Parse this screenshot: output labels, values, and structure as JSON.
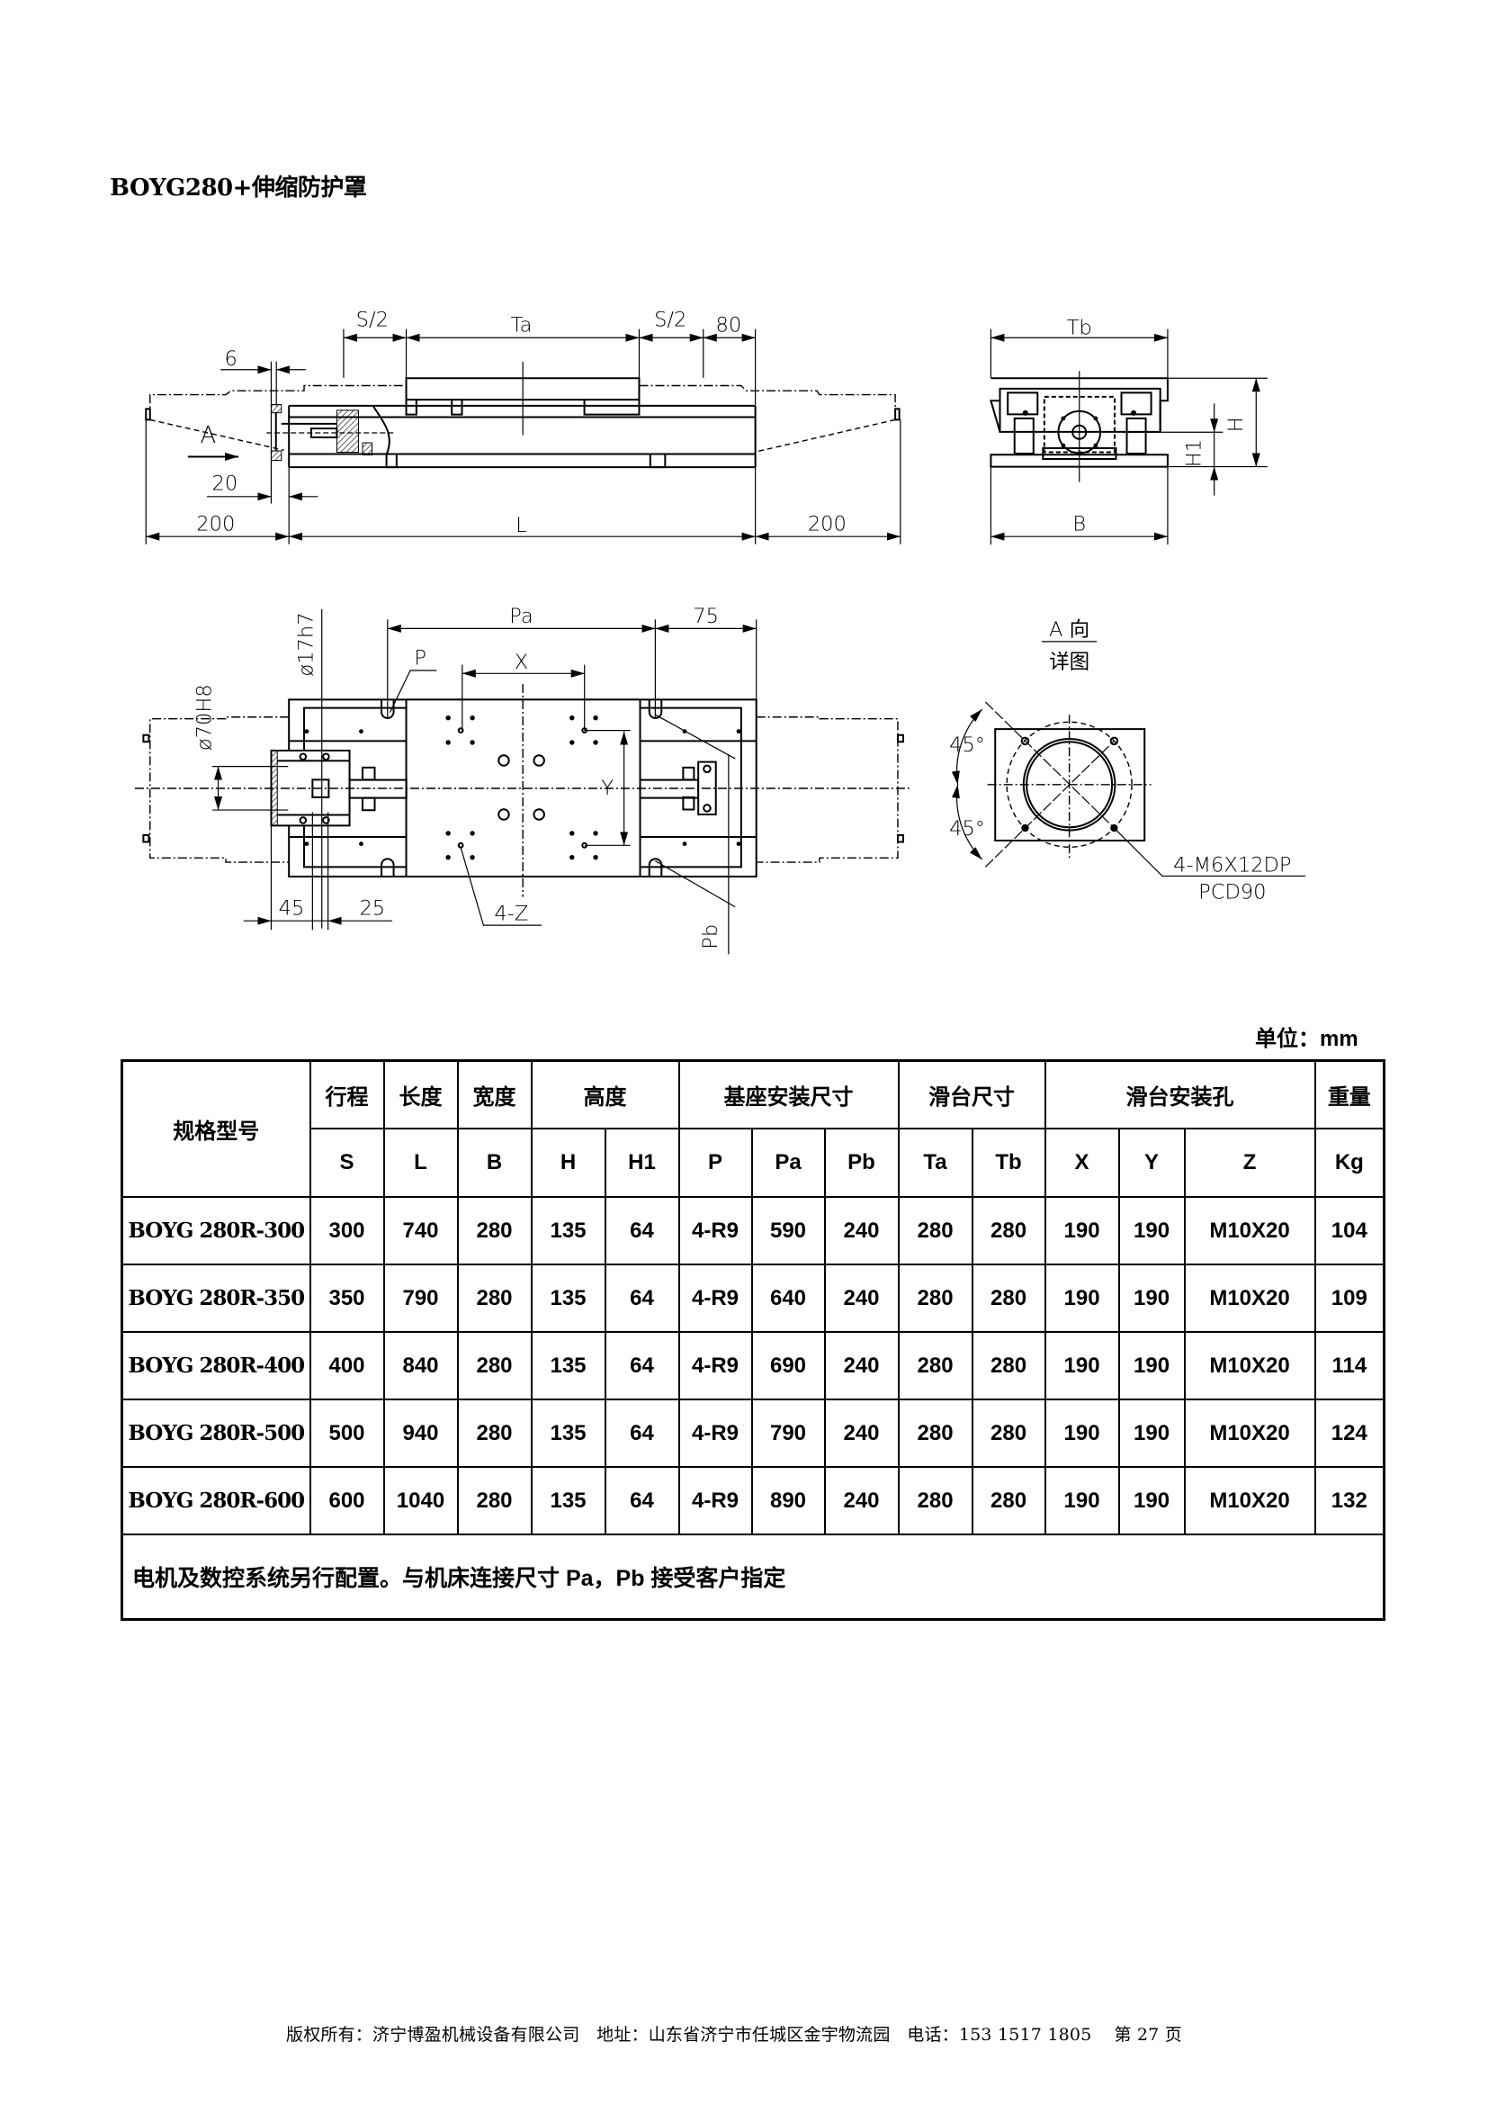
{
  "title": "BOYG280+伸缩防护罩",
  "units": "单位：mm",
  "drawings": {
    "side_view": {
      "s_half_left": "S/2",
      "ta": "Ta",
      "s_half_right": "S/2",
      "dim_80": "80",
      "dim_6": "6",
      "view_a": "A",
      "dim_20": "20",
      "dim_200_left": "200",
      "dim_l": "L",
      "dim_200_right": "200"
    },
    "end_view": {
      "tb": "Tb",
      "b": "B",
      "h": "H",
      "h1": "H1"
    },
    "top_view": {
      "pa": "Pa",
      "dim_75": "75",
      "p": "P",
      "x": "X",
      "y": "Y",
      "phi17": "ø17h7",
      "phi70": "ø70H8",
      "four_z": "4-Z",
      "pb": "Pb",
      "dim_45": "45",
      "dim_25": "25"
    },
    "a_view": {
      "title_top": "A 向",
      "title_bottom": "详图",
      "angle_top": "45°",
      "angle_bottom": "45°",
      "holes": "4-M6X12DP",
      "pcd": "PCD90"
    }
  },
  "table": {
    "model_header": "规格型号",
    "group_headers": [
      "行程",
      "长度",
      "宽度",
      "高度",
      "基座安装尺寸",
      "滑台尺寸",
      "滑台安装孔",
      "重量"
    ],
    "sub_headers": [
      "S",
      "L",
      "B",
      "H",
      "H1",
      "P",
      "Pa",
      "Pb",
      "Ta",
      "Tb",
      "X",
      "Y",
      "Z",
      "Kg"
    ],
    "rows": [
      [
        "BOYG 280R-300",
        "300",
        "740",
        "280",
        "135",
        "64",
        "4-R9",
        "590",
        "240",
        "280",
        "280",
        "190",
        "190",
        "M10X20",
        "104"
      ],
      [
        "BOYG 280R-350",
        "350",
        "790",
        "280",
        "135",
        "64",
        "4-R9",
        "640",
        "240",
        "280",
        "280",
        "190",
        "190",
        "M10X20",
        "109"
      ],
      [
        "BOYG 280R-400",
        "400",
        "840",
        "280",
        "135",
        "64",
        "4-R9",
        "690",
        "240",
        "280",
        "280",
        "190",
        "190",
        "M10X20",
        "114"
      ],
      [
        "BOYG 280R-500",
        "500",
        "940",
        "280",
        "135",
        "64",
        "4-R9",
        "790",
        "240",
        "280",
        "280",
        "190",
        "190",
        "M10X20",
        "124"
      ],
      [
        "BOYG 280R-600",
        "600",
        "1040",
        "280",
        "135",
        "64",
        "4-R9",
        "890",
        "240",
        "280",
        "280",
        "190",
        "190",
        "M10X20",
        "132"
      ]
    ],
    "note": "电机及数控系统另行配置。与机床连接尺寸 Pa，Pb 接受客户指定"
  },
  "footer": "版权所有：济宁博盈机械设备有限公司   地址：山东省济宁市任城区金宇物流园   电话：153 1517 1805    第 27 页"
}
